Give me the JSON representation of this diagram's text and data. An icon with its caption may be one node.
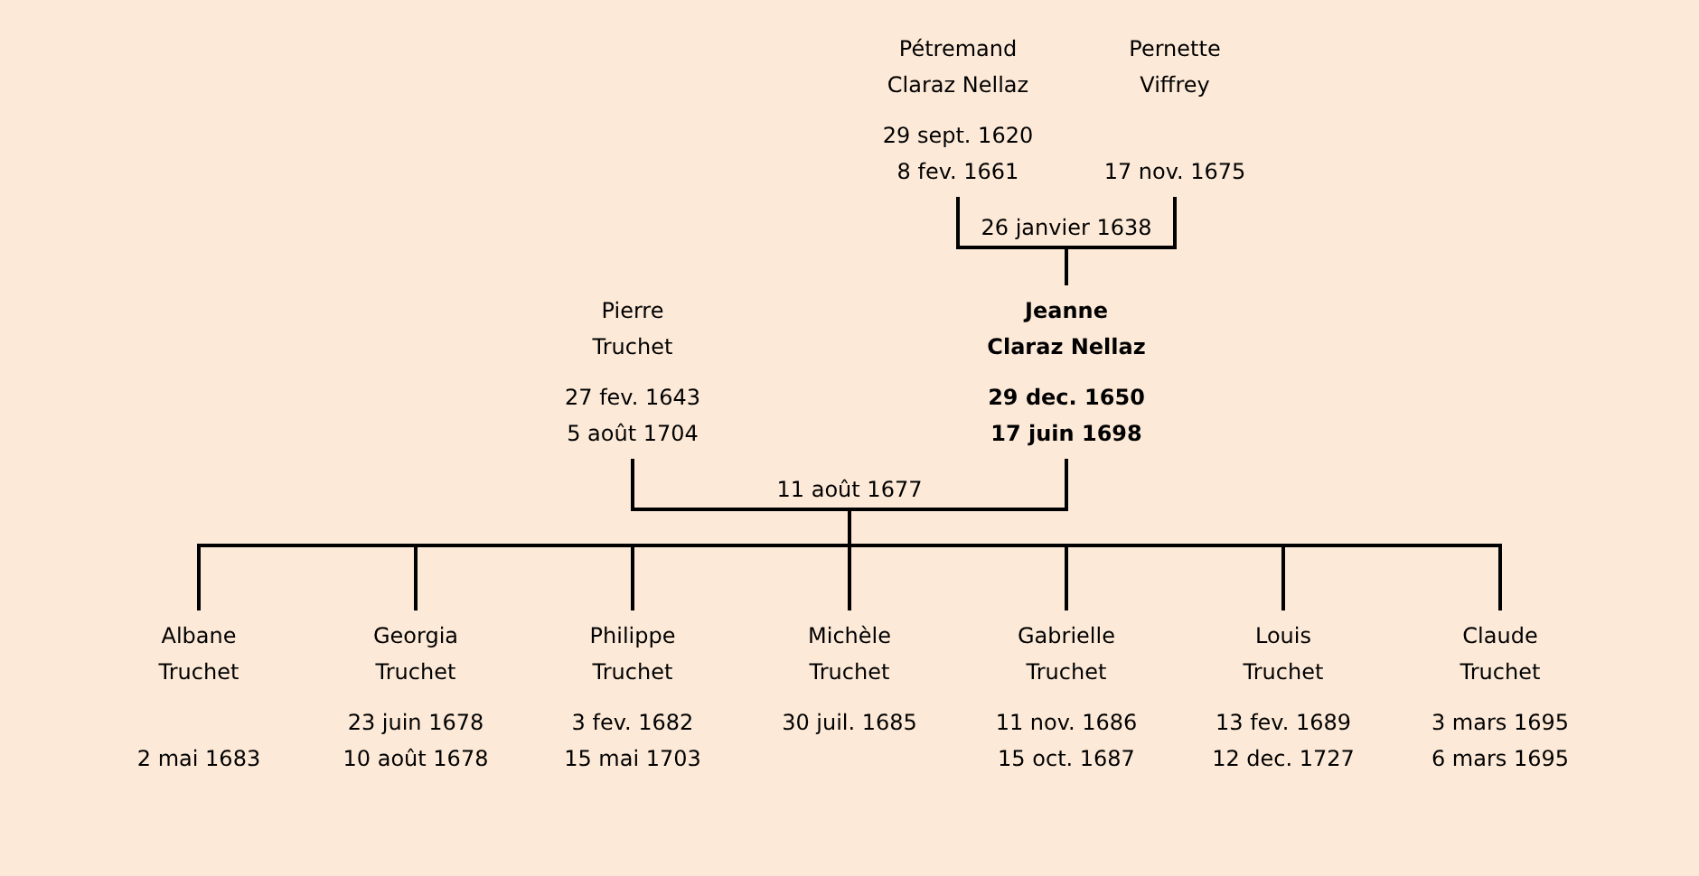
{
  "diagram": {
    "nodes": [
      {
        "text": [
          "Pétremand Claraz Nellaz",
          "29 sept. 1620",
          "8 fev. 1661"
        ]
      },
      {
        "text": [
          "Pernette Viffrey",
          "17 nov. 1675"
        ]
      },
      {
        "text": [
          "Pierre Truchet",
          "27 fev. 1643",
          "5 août 1704"
        ]
      },
      {
        "text": [
          "Jeanne Claraz Nellaz",
          "29 dec. 1650",
          "17 juin 1698"
        ]
      },
      {
        "text": [
          "Albane Truchet",
          "2 mai 1683"
        ]
      },
      {
        "text": [
          "Georgia Truchet",
          "23 juin 1678",
          "10 août 1678"
        ]
      },
      {
        "text": [
          "Philippe Truchet",
          "3 fev. 1682",
          "15 mai 1703"
        ]
      },
      {
        "text": [
          "Michèle Truchet",
          "30 juil. 1685"
        ]
      },
      {
        "text": [
          "Gabrielle Truchet",
          "11 nov. 1686",
          "15 oct. 1687"
        ]
      },
      {
        "text": [
          "Louis Truchet",
          "13 fev. 1689",
          "12 dec. 1727"
        ]
      },
      {
        "text": [
          "Claude Truchet",
          "3 mars 1695",
          "6 mars 1695"
        ]
      }
    ],
    "edges": [
      {
        "from": 0,
        "to": 3,
        "arrow": "none",
        "label": "26 janvier 1638"
      },
      {
        "from": 1,
        "to": 3,
        "arrow": "none"
      },
      {
        "from": 2,
        "to": 4,
        "arrow": "none",
        "label": "11 août 1677"
      },
      {
        "from": 2,
        "to": 5,
        "arrow": "none"
      },
      {
        "from": 2,
        "to": 6,
        "arrow": "none"
      },
      {
        "from": 2,
        "to": 7,
        "arrow": "none"
      },
      {
        "from": 2,
        "to": 8,
        "arrow": "none"
      },
      {
        "from": 2,
        "to": 9,
        "arrow": "none"
      },
      {
        "from": 2,
        "to": 10,
        "arrow": "none"
      },
      {
        "from": 3,
        "to": 4,
        "arrow": "none"
      },
      {
        "from": 3,
        "to": 5,
        "arrow": "none"
      },
      {
        "from": 3,
        "to": 6,
        "arrow": "none"
      },
      {
        "from": 3,
        "to": 7,
        "arrow": "none"
      },
      {
        "from": 3,
        "to": 8,
        "arrow": "none"
      },
      {
        "from": 3,
        "to": 9,
        "arrow": "none"
      },
      {
        "from": 3,
        "to": 10,
        "arrow": "none"
      }
    ]
  }
}
